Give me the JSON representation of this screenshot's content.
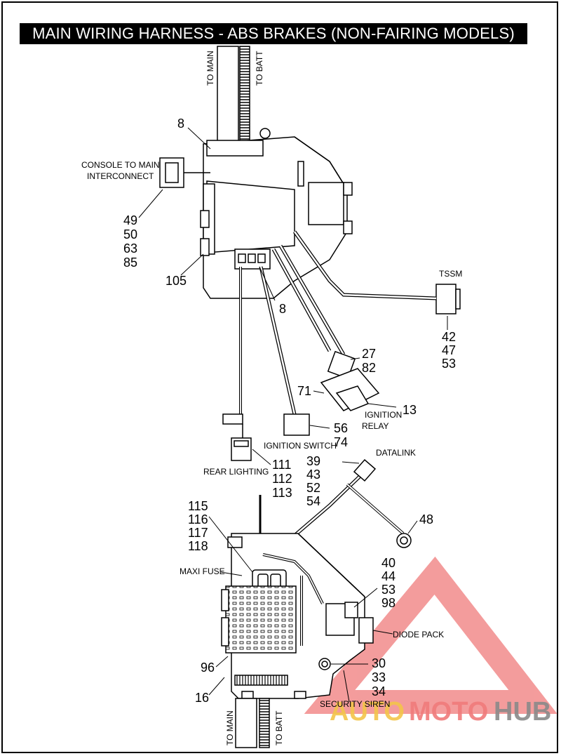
{
  "title": "MAIN WIRING HARNESS - ABS BRAKES (NON-FAIRING MODELS)",
  "watermark": {
    "part1": "AUTO",
    "part2": "MOTO",
    "part3": "HUB",
    "color_part1": "#f3c54a",
    "color_part2": "#f07b7b",
    "color_part3": "#8a8a8a",
    "triangle_color": "#f28b8b"
  },
  "labels": {
    "to_main_top": "TO MAIN",
    "to_batt_top": "TO BATT",
    "to_main_bottom": "TO MAIN",
    "to_batt_bottom": "TO BATT",
    "console_line1": "CONSOLE TO MAIN",
    "console_line2": "INTERCONNECT",
    "tssm": "TSSM",
    "ignition_relay_line1": "IGNITION",
    "ignition_relay_line2": "RELAY",
    "ignition_switch": "IGNITION SWITCH",
    "rear_lighting": "REAR LIGHTING",
    "datalink": "DATALINK",
    "maxi_fuse": "MAXI FUSE",
    "diode_pack": "DIODE PACK",
    "security_siren": "SECURITY SIREN"
  },
  "callouts": {
    "c8_top": "8",
    "c49": "49",
    "c50": "50",
    "c63": "63",
    "c85": "85",
    "c105": "105",
    "c8_mid": "8",
    "c42": "42",
    "c47": "47",
    "c53a": "53",
    "c27": "27",
    "c82": "82",
    "c71": "71",
    "c13": "13",
    "c56": "56",
    "c74": "74",
    "c111": "111",
    "c112": "112",
    "c113": "113",
    "c39": "39",
    "c43": "43",
    "c52": "52",
    "c54": "54",
    "c115": "115",
    "c116": "116",
    "c117": "117",
    "c118": "118",
    "c48": "48",
    "c40": "40",
    "c44": "44",
    "c53b": "53",
    "c98": "98",
    "c96": "96",
    "c16": "16",
    "c30": "30",
    "c33": "33",
    "c34": "34"
  }
}
